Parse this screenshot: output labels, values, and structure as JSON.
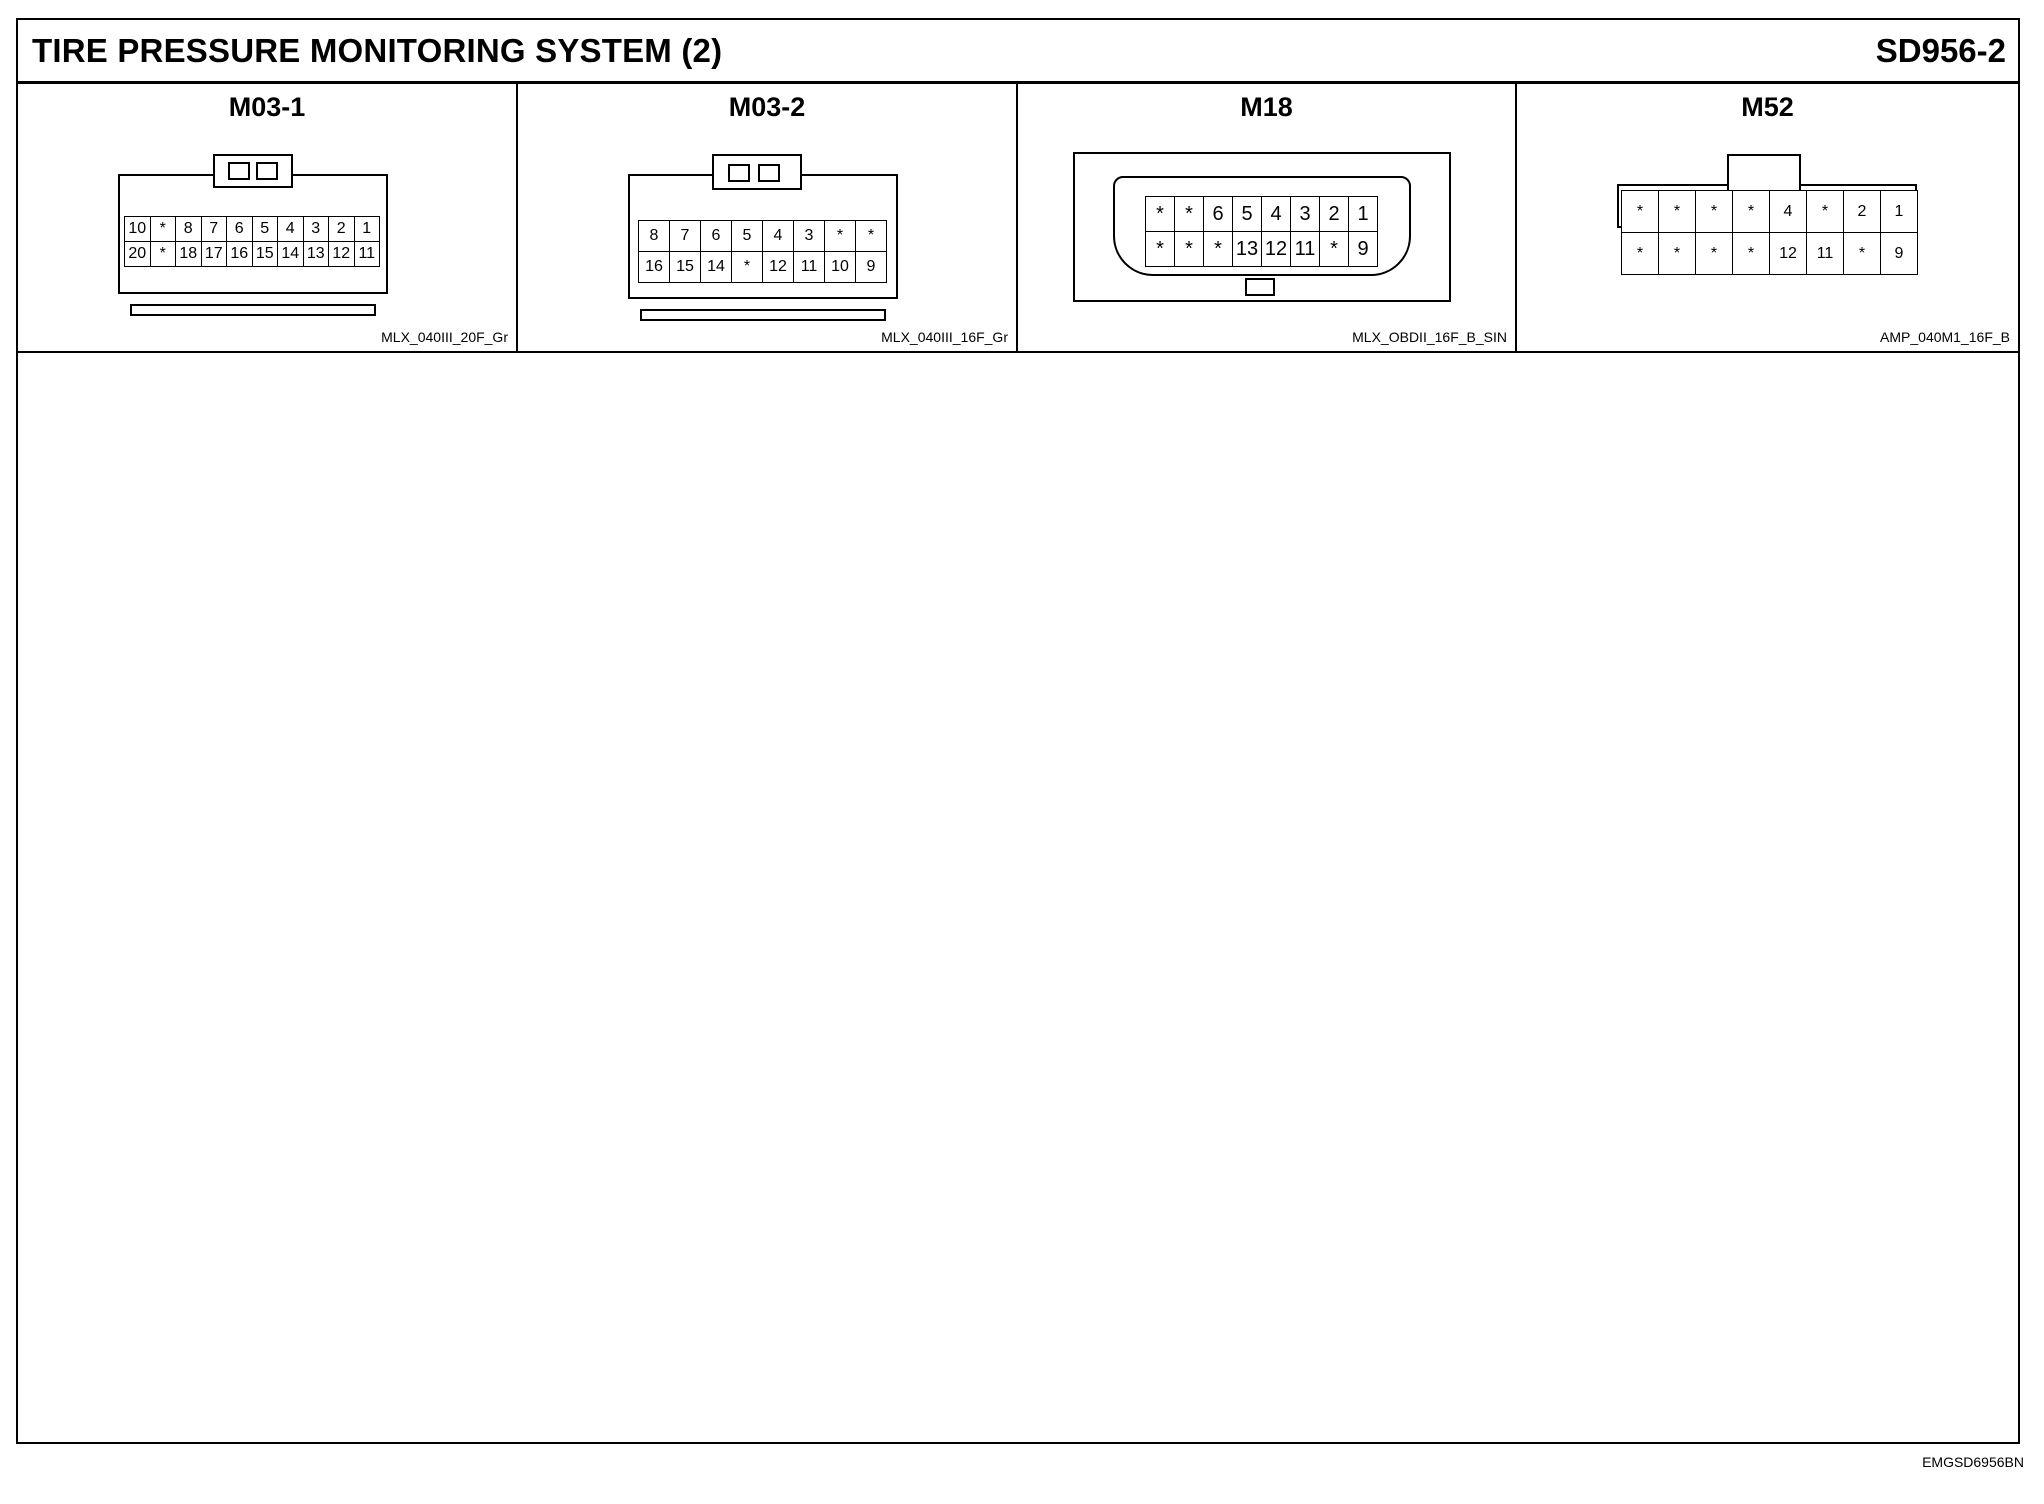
{
  "header": {
    "title": "TIRE PRESSURE MONITORING SYSTEM (2)",
    "code": "SD956-2"
  },
  "connectors": [
    {
      "name": "M03-1",
      "part": "MLX_040III_20F_Gr",
      "rows": [
        [
          "10",
          "*",
          "8",
          "7",
          "6",
          "5",
          "4",
          "3",
          "2",
          "1"
        ],
        [
          "20",
          "*",
          "18",
          "17",
          "16",
          "15",
          "14",
          "13",
          "12",
          "11"
        ]
      ]
    },
    {
      "name": "M03-2",
      "part": "MLX_040III_16F_Gr",
      "rows": [
        [
          "8",
          "7",
          "6",
          "5",
          "4",
          "3",
          "*",
          "*"
        ],
        [
          "16",
          "15",
          "14",
          "*",
          "12",
          "11",
          "10",
          "9"
        ]
      ]
    },
    {
      "name": "M18",
      "part": "MLX_OBDII_16F_B_SIN",
      "rows": [
        [
          "*",
          "*",
          "6",
          "5",
          "4",
          "3",
          "2",
          "1"
        ],
        [
          "*",
          "*",
          "*",
          "13",
          "12",
          "11",
          "*",
          "9"
        ]
      ]
    },
    {
      "name": "M52",
      "part": "AMP_040M1_16F_B",
      "rows": [
        [
          "*",
          "*",
          "*",
          "*",
          "4",
          "*",
          "2",
          "1"
        ],
        [
          "*",
          "*",
          "*",
          "*",
          "12",
          "11",
          "*",
          "9"
        ]
      ]
    }
  ],
  "footer": {
    "code": "EMGSD6956BN"
  }
}
